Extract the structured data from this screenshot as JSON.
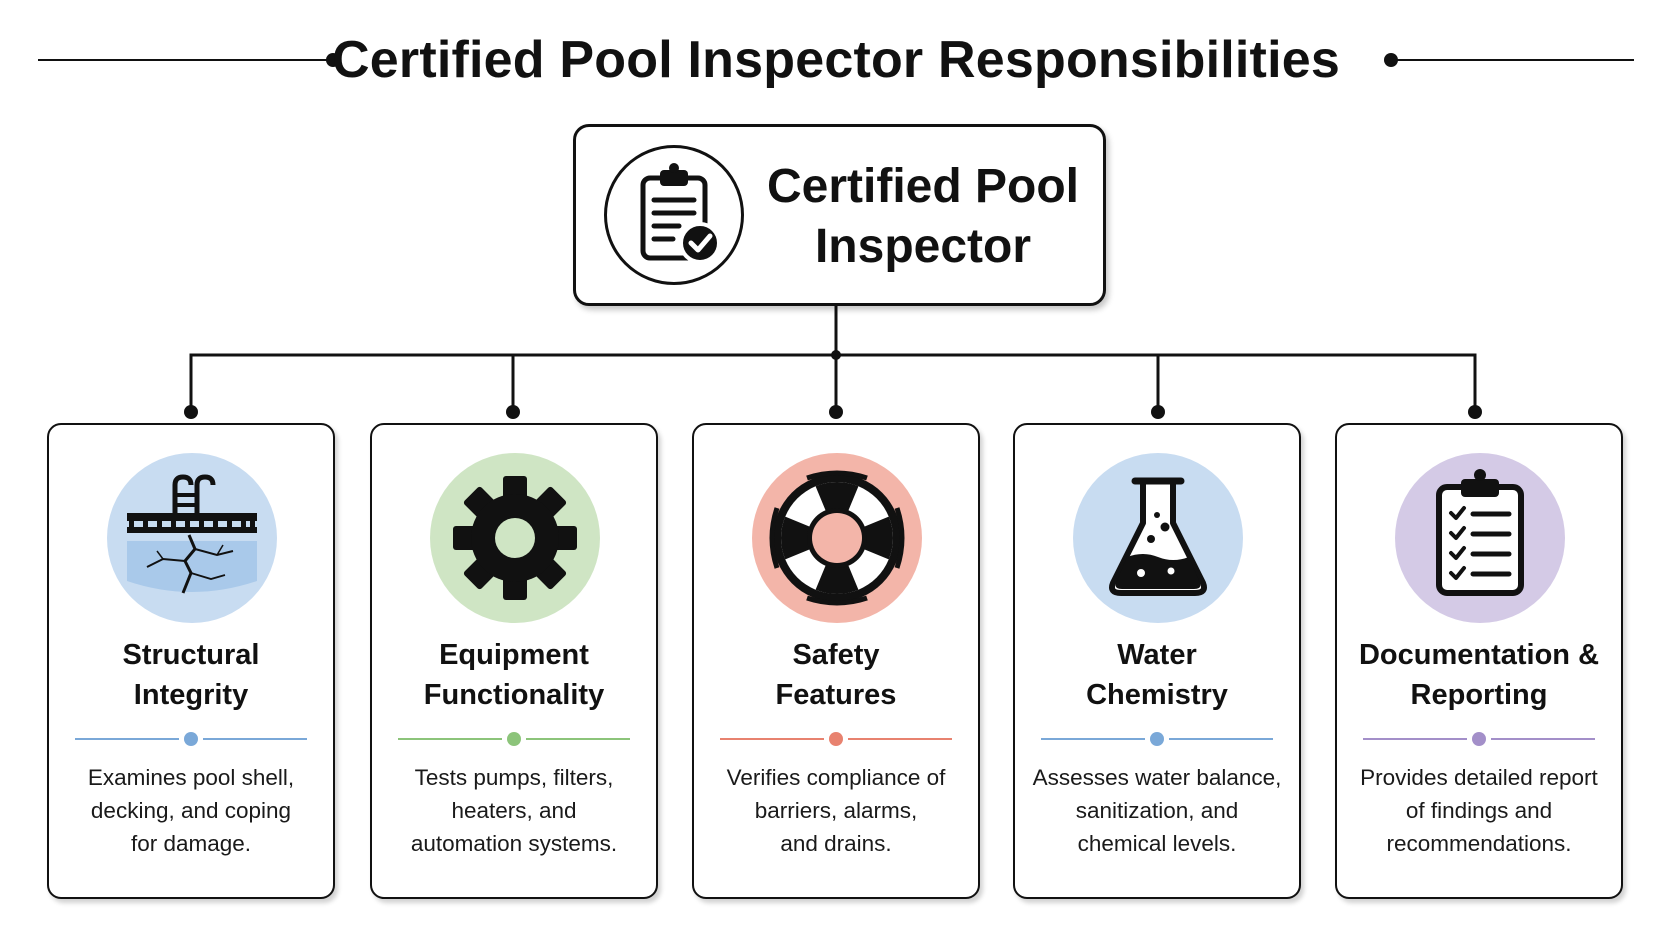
{
  "title": "Certified Pool Inspector Responsibilities",
  "root": {
    "title_line1": "Certified Pool",
    "title_line2": "Inspector",
    "icon": "clipboard-check-icon"
  },
  "cards": [
    {
      "title_line1": "Structural",
      "title_line2": "Integrity",
      "desc_line1": "Examines pool shell,",
      "desc_line2": "decking, and coping",
      "desc_line3": "for damage.",
      "icon": "cracked-pool-icon",
      "circle_color": "#c8dcf1",
      "accent_color": "#7aa8d8"
    },
    {
      "title_line1": "Equipment",
      "title_line2": "Functionality",
      "desc_line1": "Tests pumps, filters,",
      "desc_line2": "heaters, and",
      "desc_line3": "automation systems.",
      "icon": "gear-icon",
      "circle_color": "#cfe5c4",
      "accent_color": "#8cc47a"
    },
    {
      "title_line1": "Safety",
      "title_line2": "Features",
      "desc_line1": "Verifies compliance of",
      "desc_line2": "barriers, alarms,",
      "desc_line3": "and drains.",
      "icon": "life-ring-icon",
      "circle_color": "#f3b5a9",
      "accent_color": "#e8826f"
    },
    {
      "title_line1": "Water",
      "title_line2": "Chemistry",
      "desc_line1": "Assesses water balance,",
      "desc_line2": "sanitization, and",
      "desc_line3": "chemical levels.",
      "icon": "flask-icon",
      "circle_color": "#c8dcf1",
      "accent_color": "#7aa8d8"
    },
    {
      "title_line1": "Documentation &",
      "title_line2": "Reporting",
      "desc_line1": "Provides detailed report",
      "desc_line2": "of findings and",
      "desc_line3": "recommendations.",
      "icon": "checklist-icon",
      "circle_color": "#d4cae6",
      "accent_color": "#a38fc9"
    }
  ]
}
